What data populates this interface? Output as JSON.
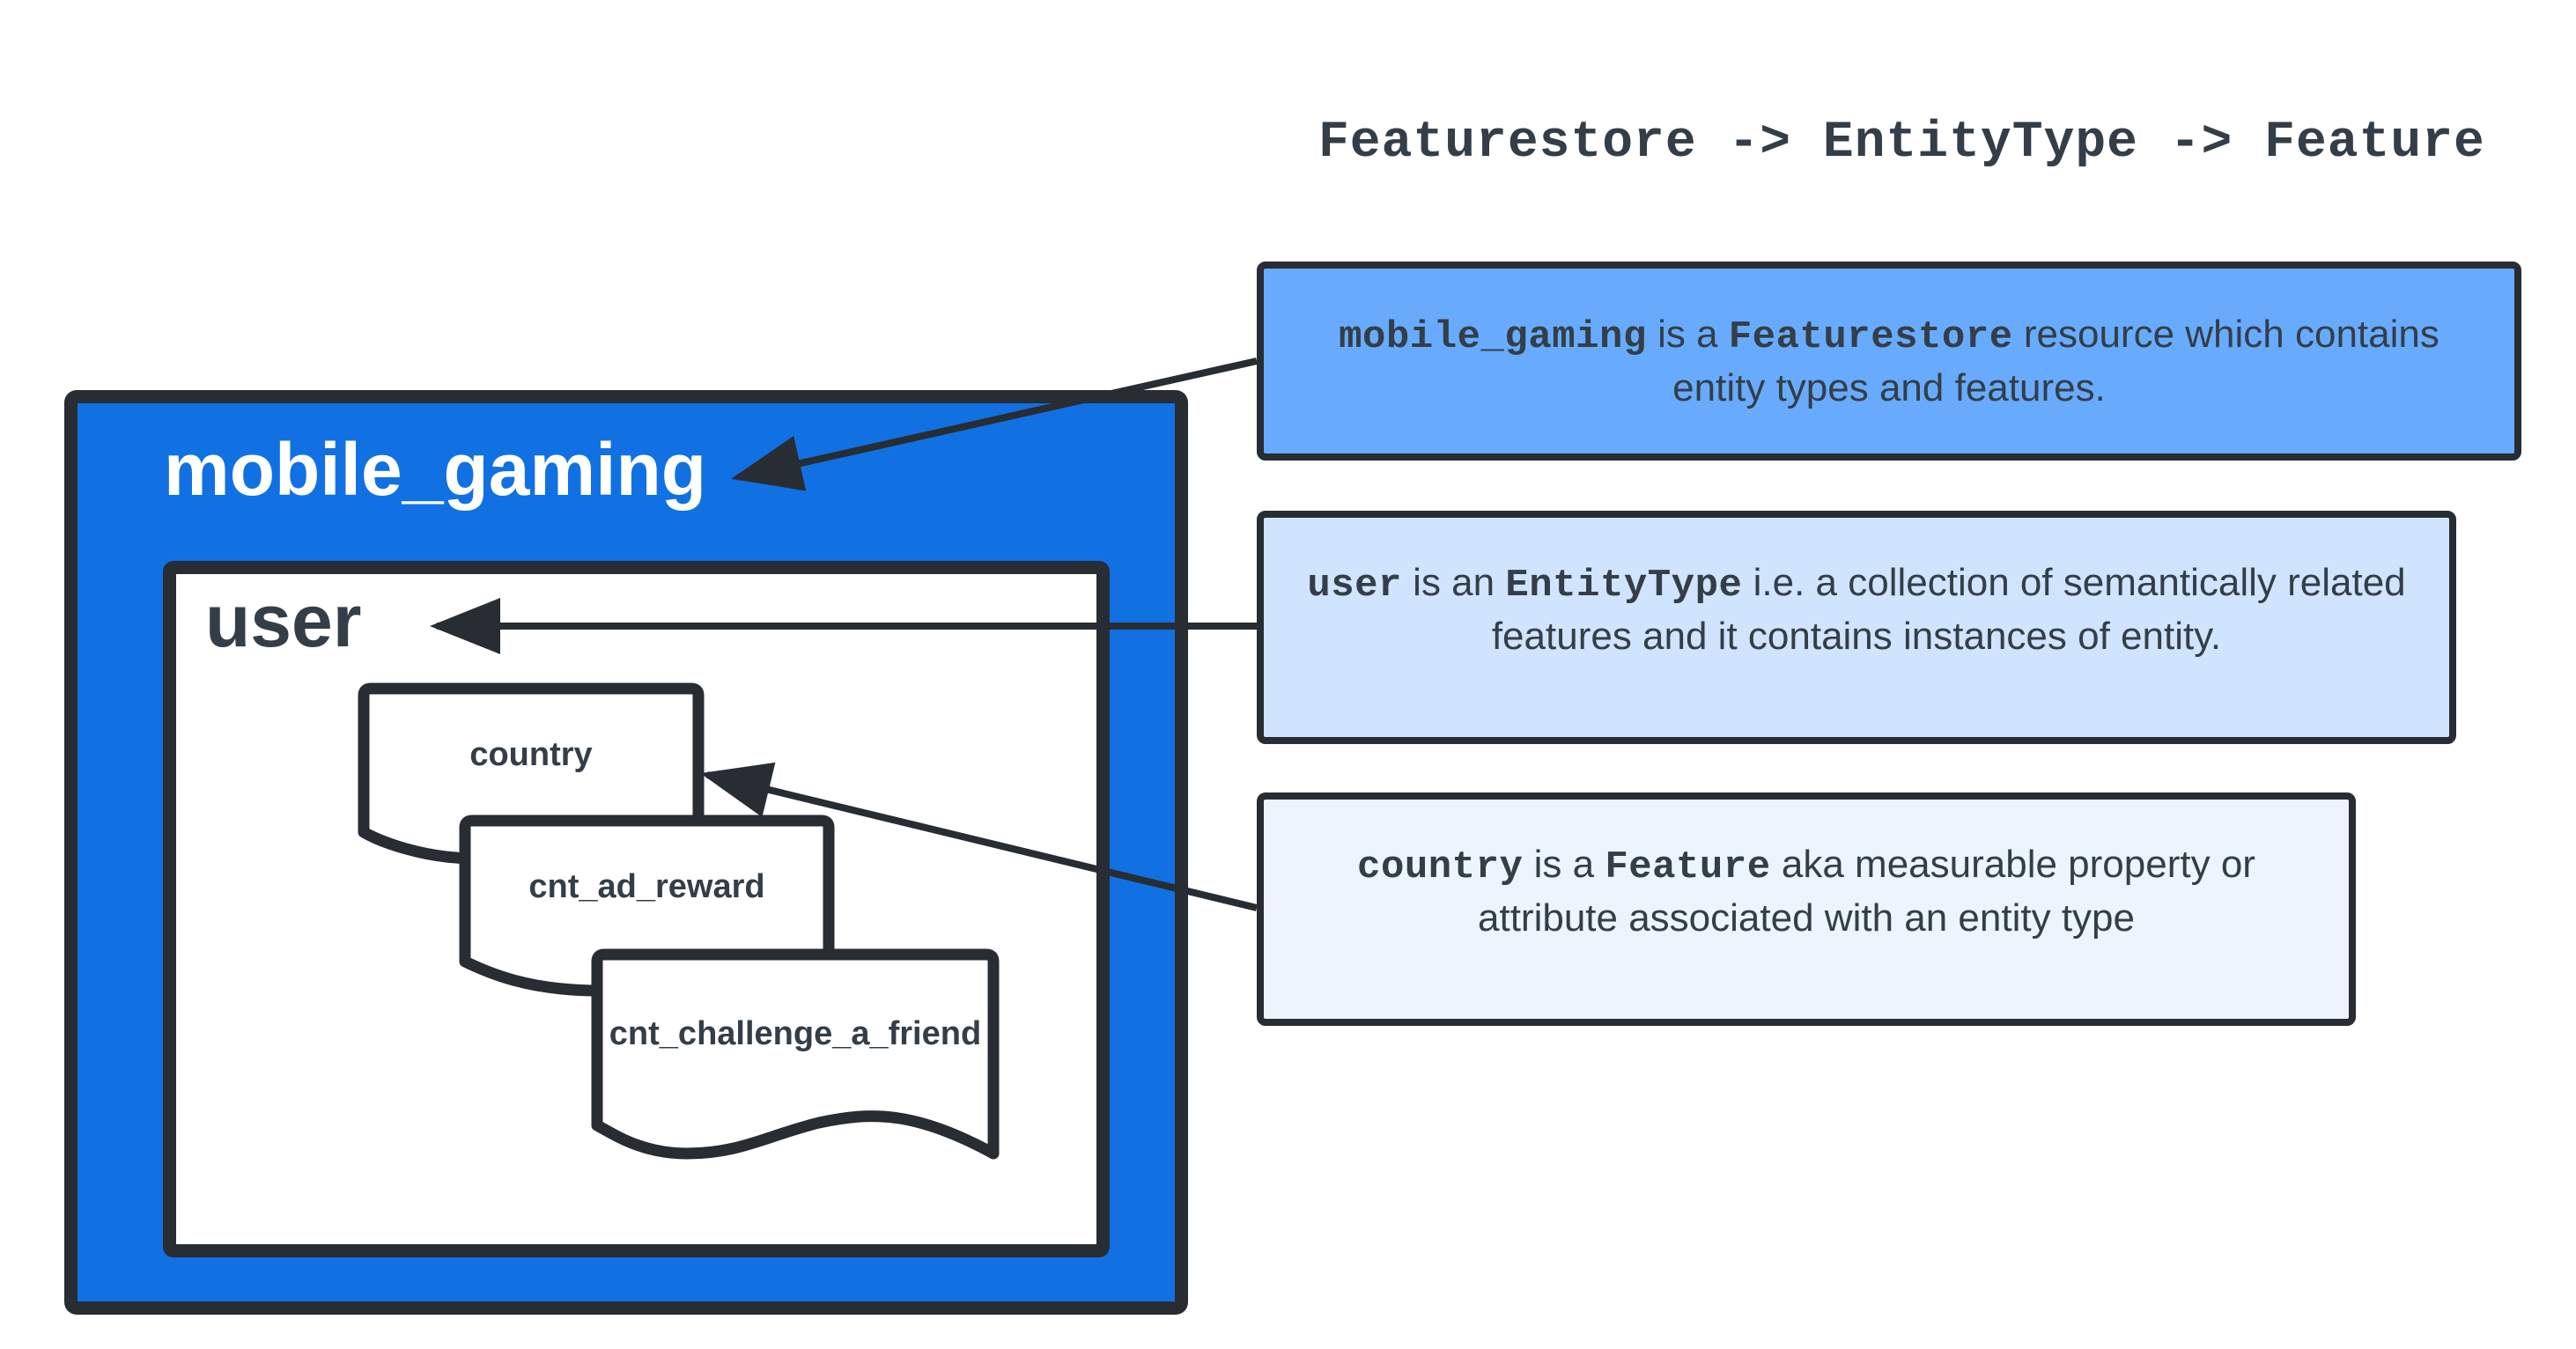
{
  "title": "Featurestore -> EntityType -> Feature",
  "featurestore": {
    "name": "mobile_gaming"
  },
  "entity_type": {
    "name": "user"
  },
  "features": [
    {
      "name": "country"
    },
    {
      "name": "cnt_ad_reward"
    },
    {
      "name": "cnt_challenge_a_friend"
    }
  ],
  "callouts": {
    "featurestore": {
      "term": "mobile_gaming",
      "connector": " is a ",
      "kind": "Featurestore",
      "description": " resource which contains entity types and features."
    },
    "entity_type": {
      "term": "user",
      "connector": " is an ",
      "kind": "EntityType",
      "description": " i.e. a collection of semantically related features and it contains instances of entity."
    },
    "feature": {
      "term": "country",
      "connector": " is a ",
      "kind": "Feature",
      "description": " aka measurable property or attribute associated with an entity type"
    }
  },
  "colors": {
    "outline": "#282c33",
    "text": "#333e48",
    "featurestore_fill": "#1171e2",
    "callout_featurestore": "#68abfd",
    "callout_entity_type": "#d1e4fd",
    "callout_feature": "#ecf4fe"
  }
}
